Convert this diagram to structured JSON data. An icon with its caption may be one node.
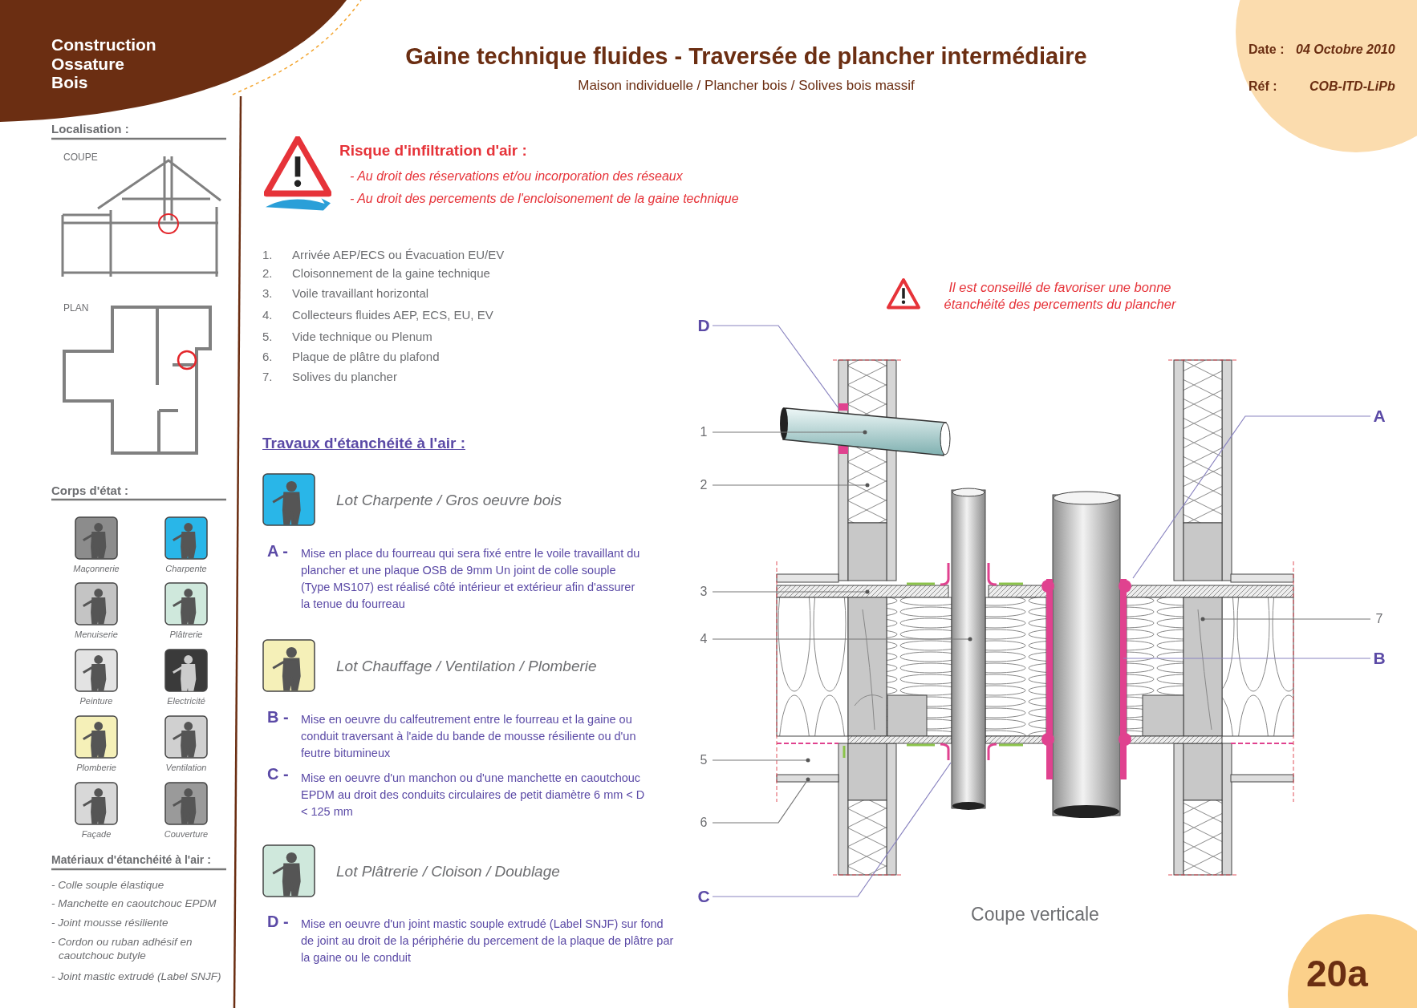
{
  "diagram": {
    "title": "Gaine technique fluides - Traversée de plancher intermédiaire",
    "nodes": [
      {
        "text": [
          "D"
        ]
      },
      {
        "text": [
          "1"
        ]
      },
      {
        "text": [
          "2"
        ]
      },
      {
        "text": [
          "3"
        ]
      },
      {
        "text": [
          "4"
        ]
      },
      {
        "text": [
          "5"
        ]
      },
      {
        "text": [
          "6"
        ]
      },
      {
        "text": [
          "C"
        ]
      },
      {
        "text": [
          "A"
        ]
      },
      {
        "text": [
          "7"
        ]
      },
      {
        "text": [
          "B"
        ]
      }
    ],
    "edges": [
      {
        "from": 0,
        "to": null,
        "arrow": "none",
        "color": "#8a84c0"
      },
      {
        "from": 1,
        "to": null,
        "arrow": "other"
      },
      {
        "from": 2,
        "to": null,
        "arrow": "other"
      },
      {
        "from": 3,
        "to": null,
        "arrow": "other"
      },
      {
        "from": 4,
        "to": null,
        "arrow": "other"
      },
      {
        "from": 5,
        "to": null,
        "arrow": "other"
      },
      {
        "from": 6,
        "to": null,
        "arrow": "other"
      },
      {
        "from": 7,
        "to": null,
        "arrow": "none",
        "color": "#8a84c0"
      },
      {
        "from": 8,
        "to": null,
        "arrow": "none",
        "color": "#8a84c0"
      },
      {
        "from": 9,
        "to": null,
        "arrow": "other"
      },
      {
        "from": 10,
        "to": null,
        "arrow": "none",
        "color": "#8a84c0"
      }
    ],
    "labels": [
      "Construction Ossature Bois",
      "Maison individuelle / Plancher bois / Solives bois massif",
      "Date :",
      "04 Octobre 2010",
      "Réf :",
      "COB-ITD-LiPb",
      "Localisation :",
      "COUPE",
      "PLAN",
      "Corps d'état :",
      "Maçonnerie",
      "Charpente",
      "Menuiserie",
      "Plâtrerie",
      "Peinture",
      "Electricité",
      "Plomberie",
      "Ventilation",
      "Façade",
      "Couverture",
      "Matériaux d'étanchéité à l'air :",
      "- Colle souple élastique",
      "- Manchette en caoutchouc EPDM",
      "- Joint mousse résiliente",
      "- Cordon ou ruban adhésif en caoutchouc butyle",
      "- Joint mastic extrudé (Label SNJF)",
      "Risque d'infiltration d'air :",
      "- Au droit des réservations et/ou incorporation des réseaux",
      "- Au droit des percements de l'encloisonement de la gaine technique",
      "1.",
      "Arrivée AEP/ECS ou Évacuation EU/EV",
      "2.",
      "Cloisonnement de la gaine technique",
      "3.",
      "Voile travaillant horizontal",
      "4.",
      "Collecteurs fluides AEP, ECS, EU, EV",
      "5.",
      "Vide technique ou Plenum",
      "6.",
      "Plaque de plâtre du plafond",
      "7.",
      "Solives du plancher",
      "Travaux d'étanchéité à l'air :",
      "Lot Charpente / Gros oeuvre bois",
      "A -",
      "Mise en place du fourreau qui sera fixé entre le voile travaillant du plancher et une plaque OSB de 9mm Un joint de colle souple (Type MS107) est réalisé côté intérieur et extérieur afin d'assurer la tenue du fourreau",
      "Lot Chauffage / Ventilation / Plomberie",
      "B -",
      "Mise en oeuvre du calfeutrement entre le fourreau et la gaine ou conduit traversant à l'aide du bande de mousse résiliente ou d'un feutre bitumineux",
      "C -",
      "Mise en oeuvre d'un manchon ou d'une manchette en caoutchouc EPDM au droit des conduits circulaires de petit diamètre 6 mm < D < 125 mm",
      "Lot Plâtrerie / Cloison / Doublage",
      "D -",
      "Mise en oeuvre d'un joint mastic souple extrudé (Label SNJF) sur fond de joint au droit de la périphérie du percement de la plaque de plâtre par la gaine ou le conduit",
      "Il est conseillé de favoriser une bonne étanchéité des percements du plancher",
      "Coupe verticale",
      "20a"
    ]
  }
}
